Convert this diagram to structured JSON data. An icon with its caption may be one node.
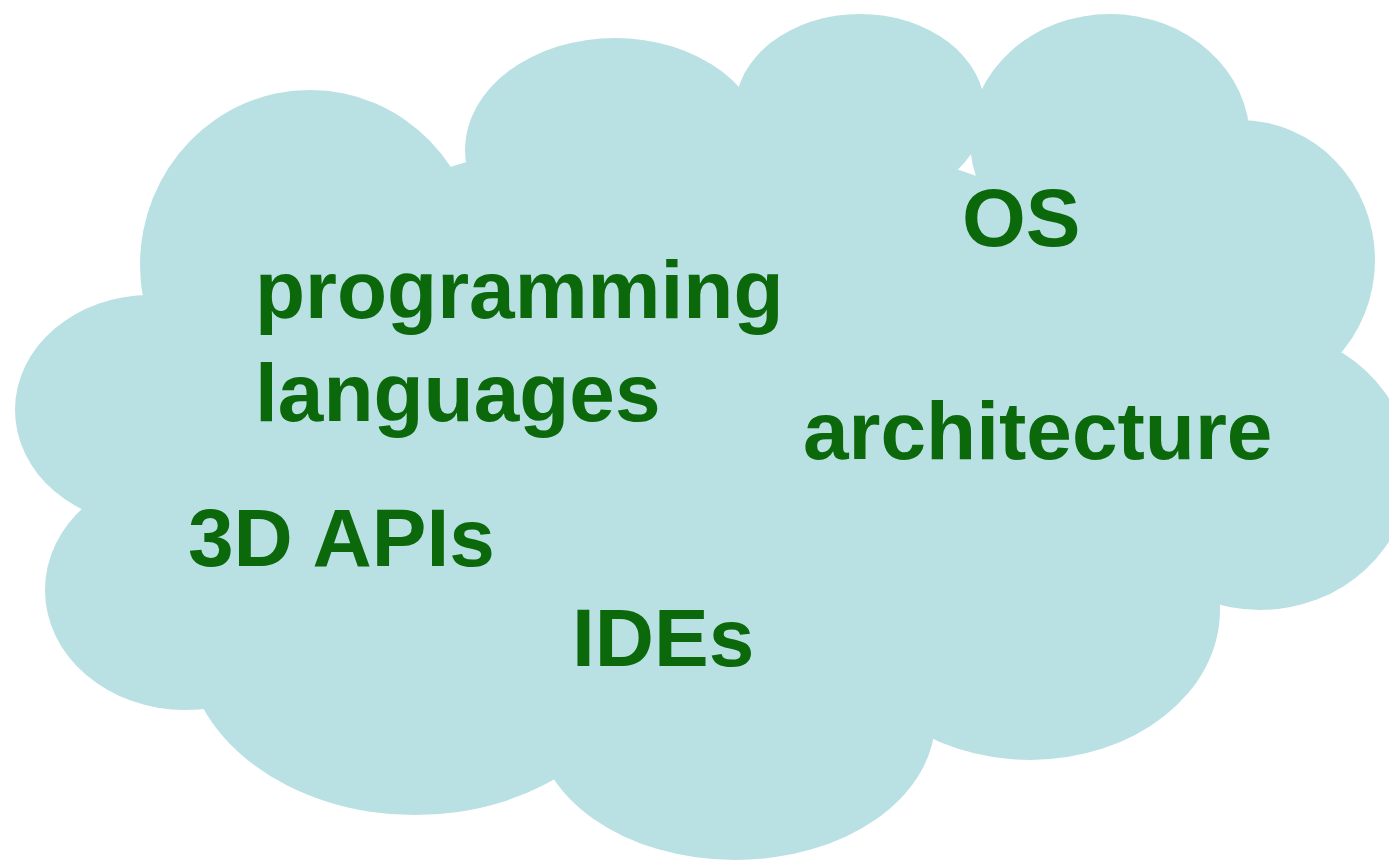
{
  "diagram": {
    "nodes": [
      {
        "text": [
          "OS",
          "programming languages",
          "architecture",
          "3D APIs",
          "IDEs"
        ]
      }
    ]
  }
}
